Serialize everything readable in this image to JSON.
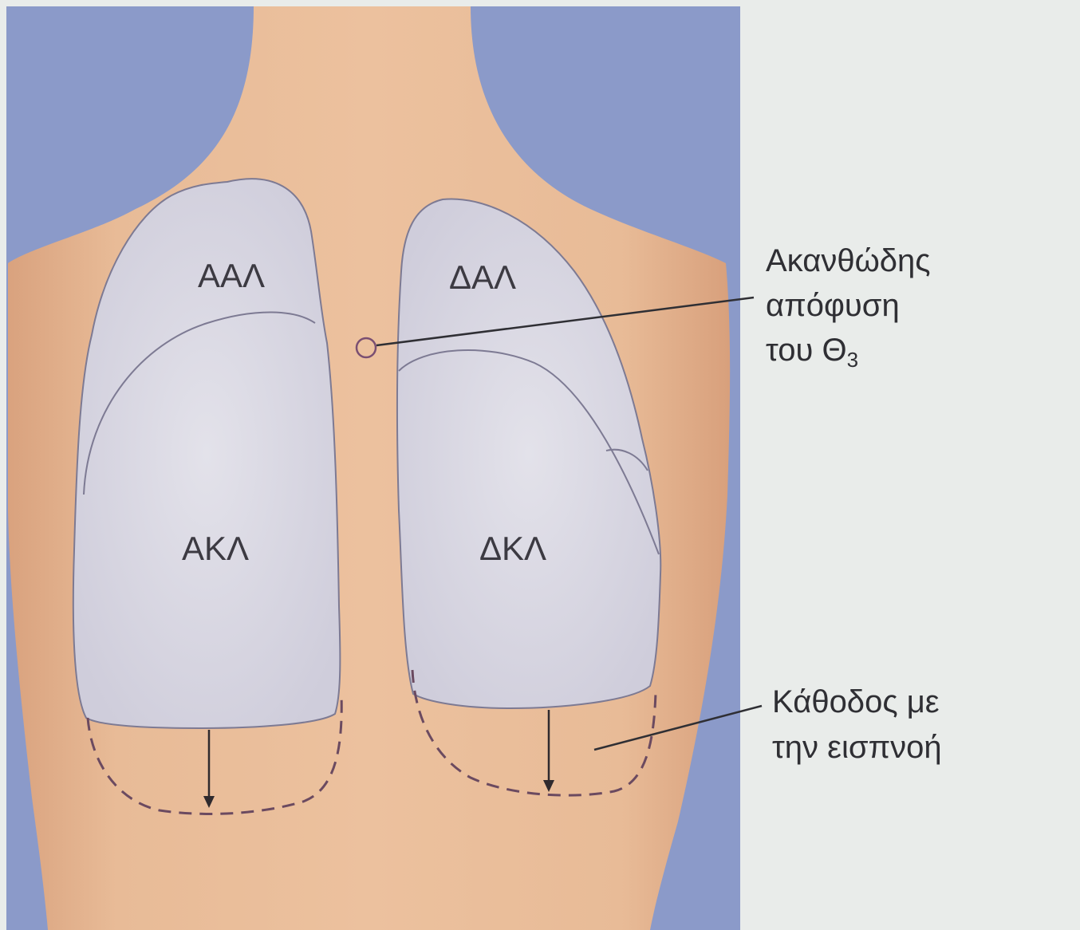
{
  "figure": {
    "lobes": {
      "left_upper": "ΑΑΛ",
      "right_upper": "ΔΑΛ",
      "left_lower": "ΑΚΛ",
      "right_lower": "ΔΚΛ"
    },
    "spinous_process": {
      "line1": "Ακανθώδης",
      "line2": "απόφυση",
      "line3_prefix": "του Θ",
      "line3_subscript": "3"
    },
    "descent": {
      "line1": "Κάθοδος με",
      "line2": "την εισπνοή"
    }
  },
  "colors": {
    "background_blue": "#8b9ac9",
    "skin": "#e7b996",
    "lung_fill": "#d9d8e2",
    "lung_outline": "#7d7a93",
    "dashed_line": "#6b4a60",
    "marker": "#7a4f72",
    "side_panel": "#e9ecea"
  }
}
